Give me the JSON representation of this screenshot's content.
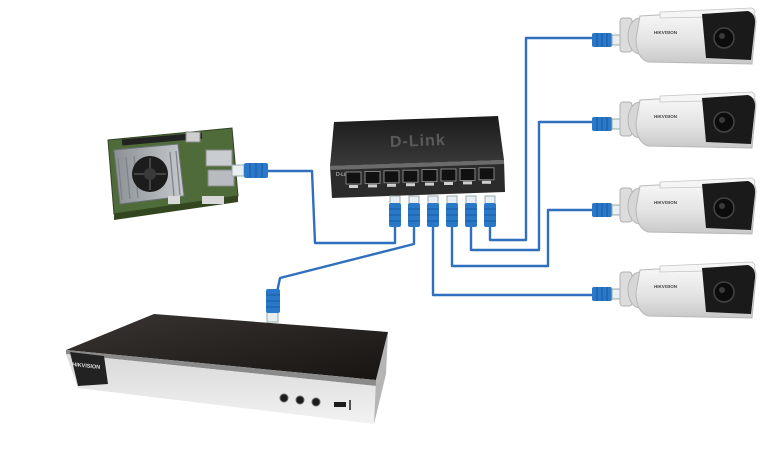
{
  "switch": {
    "brand": "D-Link",
    "port_count": 8
  },
  "nvr": {
    "brand": "HIKVISION"
  },
  "cameras": [
    {
      "brand": "HIKVISION"
    },
    {
      "brand": "HIKVISION"
    },
    {
      "brand": "HIKVISION"
    },
    {
      "brand": "HIKVISION"
    }
  ],
  "colors": {
    "cable": "#2f6fbd",
    "connector": "#2a78c8",
    "switch_body": "#2a2a2a",
    "nvr_body": "#231f1d",
    "camera_body": "#e9e9e9",
    "board": "#4f6b3a",
    "heatsink": "#9aa0a6"
  }
}
